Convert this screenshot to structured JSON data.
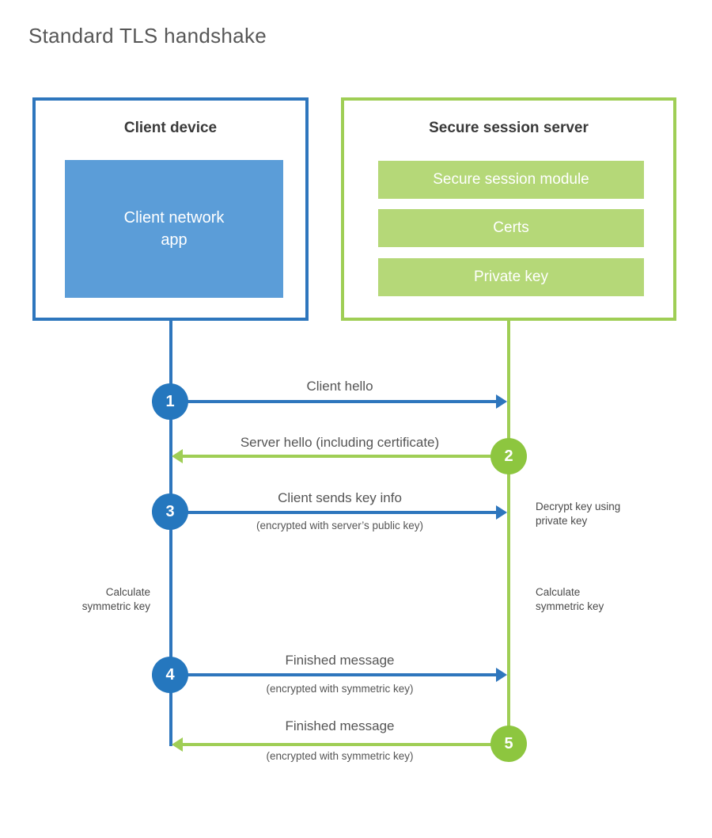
{
  "page": {
    "title": "Standard TLS handshake"
  },
  "colors": {
    "blue": "#2e76bd",
    "blue_circle": "#2577be",
    "blue_fill": "#5b9dd8",
    "green": "#9fce55",
    "green_circle": "#8dc63f",
    "green_fill": "#b5d878",
    "heading_text": "#3a3a3a",
    "label_text": "#555555"
  },
  "client": {
    "title": "Client device",
    "app_label": "Client network\napp"
  },
  "server": {
    "title": "Secure session server",
    "modules": [
      "Secure session module",
      "Certs",
      "Private key"
    ]
  },
  "steps": [
    {
      "number": "1",
      "label": "Client hello",
      "sublabel": ""
    },
    {
      "number": "2",
      "label": "Server hello (including certificate)",
      "sublabel": ""
    },
    {
      "number": "3",
      "label": "Client sends key info",
      "sublabel": "(encrypted with server’s public key)"
    },
    {
      "number": "4",
      "label": "Finished message",
      "sublabel": "(encrypted with symmetric key)"
    },
    {
      "number": "5",
      "label": "Finished message",
      "sublabel": "(encrypted with symmetric key)"
    }
  ],
  "notes": {
    "decrypt_key": "Decrypt key using\nprivate key",
    "calculate_left": "Calculate\nsymmetric key",
    "calculate_right": "Calculate\nsymmetric key"
  }
}
